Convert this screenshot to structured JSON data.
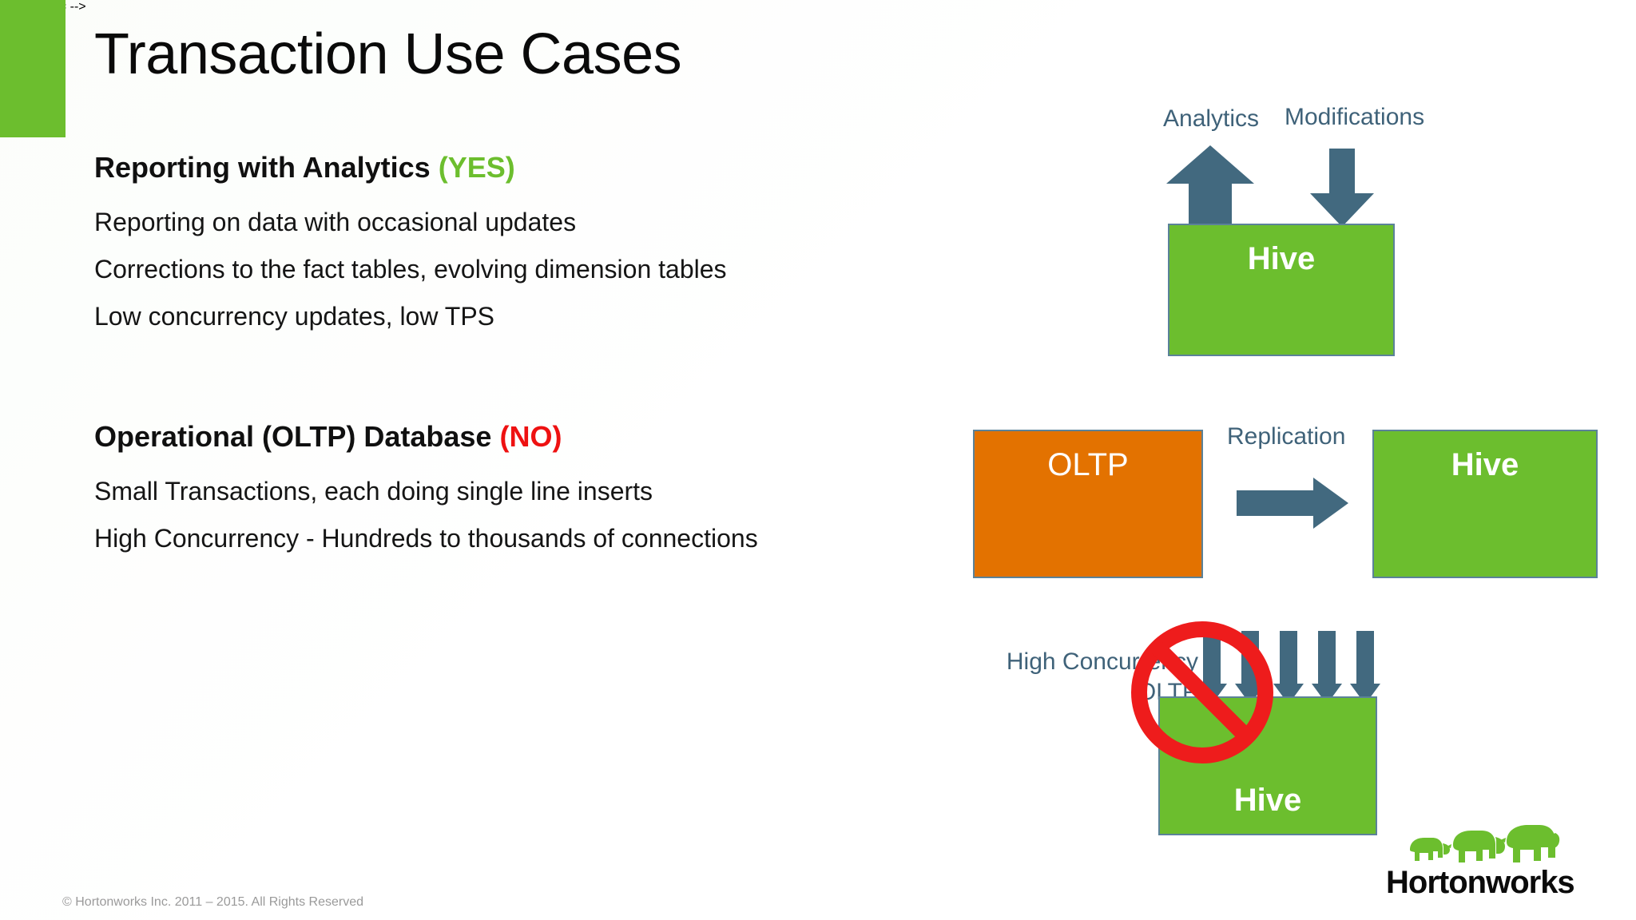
{
  "slide": {
    "title": "Transaction Use Cases",
    "accent_color": "#6cbe2e"
  },
  "content": {
    "sections": [
      {
        "heading": "Reporting with Analytics",
        "verdict": "(YES)",
        "verdict_color": "#6cbe2e",
        "bullets": [
          "Reporting on data with occasional updates",
          "Corrections to the fact tables, evolving dimension tables",
          "Low concurrency updates, low TPS"
        ]
      },
      {
        "heading": "Operational (OLTP) Database",
        "verdict": "(NO)",
        "verdict_color": "#ee1111",
        "bullets": [
          "Small Transactions, each doing single line inserts",
          "High Concurrency - Hundreds to thousands of connections"
        ]
      }
    ]
  },
  "diagrams": {
    "analytics_diagram": {
      "caption_left": "Analytics",
      "caption_right": "Modifications",
      "up_arrow_name": "analytics-up-arrow",
      "down_arrow_name": "modifications-down-arrow",
      "box_label": "Hive",
      "box_color": "#6cbe2e",
      "arrow_color": "#42697f"
    },
    "replication_diagram": {
      "source_label": "OLTP",
      "source_color": "#e37200",
      "caption": "Replication",
      "target_label": "Hive",
      "target_color": "#6cbe2e",
      "arrow_color": "#42697f"
    },
    "high_concurrency_diagram": {
      "caption_line1": "High Concurrency",
      "caption_line2": "OLTP",
      "box_label": "Hive",
      "box_color": "#6cbe2e",
      "arrow_color": "#42697f",
      "arrow_count": 5,
      "prohibition_color": "#ee1c1c",
      "prohibition_name": "no-entry-symbol"
    }
  },
  "footer": {
    "copyright": "© Hortonworks Inc. 2011 – 2015. All Rights Reserved",
    "logo_text": "Hortonworks",
    "logo_color": "#6cbe2e"
  }
}
